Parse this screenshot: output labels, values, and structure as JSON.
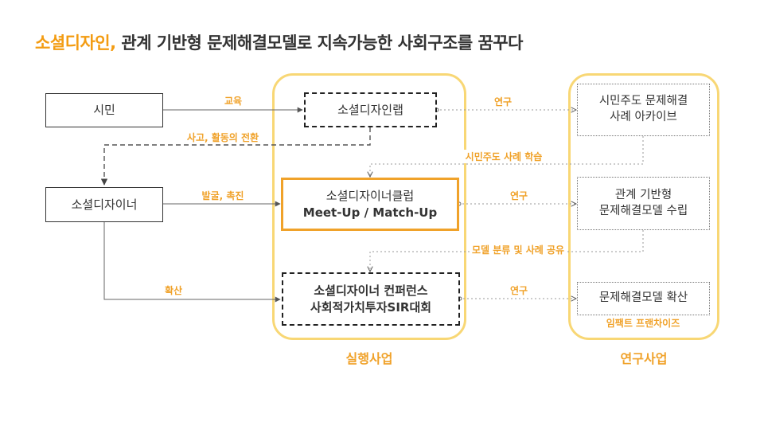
{
  "title": {
    "highlight": "소셜디자인,",
    "rest": "관계 기반형 문제해결모델로 지속가능한 사회구조를 꿈꾸다"
  },
  "nodes": {
    "citizen": "시민",
    "social_designer": "소셜디자이너",
    "lab": "소셜디자인랩",
    "club_line1": "소셜디자이너클럽",
    "club_line2": "Meet-Up / Match-Up",
    "conf_line1": "소셜디자이너 컨퍼런스",
    "conf_line2": "사회적가치투자SIR대회",
    "archive_line1": "시민주도 문제해결",
    "archive_line2": "사례 아카이브",
    "model_line1": "관계 기반형",
    "model_line2": "문제해결모델 수립",
    "spread": "문제해결모델 확산"
  },
  "edge_labels": {
    "education": "교육",
    "activity_switch": "사고, 활동의 전환",
    "discover": "발굴, 촉진",
    "spread": "확산",
    "research1": "연구",
    "research2": "연구",
    "research3": "연구",
    "case_learning": "시민주도 사례 학습",
    "model_share": "모델 분류 및 사례 공유",
    "impact_franchise": "임팩트 프랜차이즈"
  },
  "groups": {
    "execution": "실행사업",
    "research": "연구사업"
  },
  "colors": {
    "accent": "#F0A22A",
    "group_border": "#F8D775",
    "text": "#333333"
  }
}
